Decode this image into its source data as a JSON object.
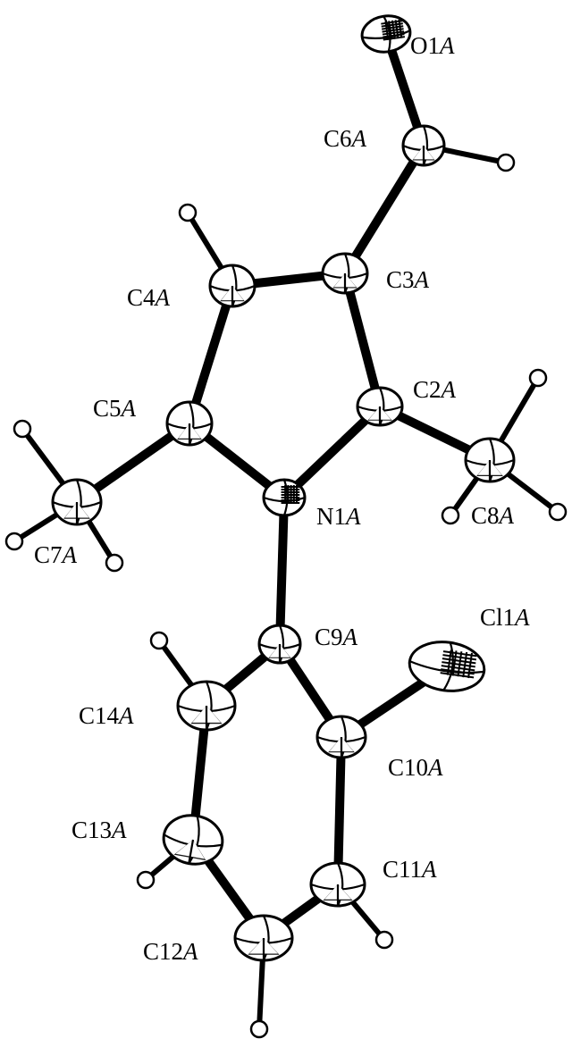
{
  "atoms": [
    {
      "id": "O1A",
      "label": "O1",
      "suffix": "A"
    },
    {
      "id": "C6A",
      "label": "C6",
      "suffix": "A"
    },
    {
      "id": "C3A",
      "label": "C3",
      "suffix": "A"
    },
    {
      "id": "C4A",
      "label": "C4",
      "suffix": "A"
    },
    {
      "id": "C2A",
      "label": "C2",
      "suffix": "A"
    },
    {
      "id": "C5A",
      "label": "C5",
      "suffix": "A"
    },
    {
      "id": "N1A",
      "label": "N1",
      "suffix": "A"
    },
    {
      "id": "C8A",
      "label": "C8",
      "suffix": "A"
    },
    {
      "id": "C7A",
      "label": "C7",
      "suffix": "A"
    },
    {
      "id": "C9A",
      "label": "C9",
      "suffix": "A"
    },
    {
      "id": "Cl1A",
      "label": "Cl1",
      "suffix": "A"
    },
    {
      "id": "C14A",
      "label": "C14",
      "suffix": "A"
    },
    {
      "id": "C10A",
      "label": "C10",
      "suffix": "A"
    },
    {
      "id": "C13A",
      "label": "C13",
      "suffix": "A"
    },
    {
      "id": "C11A",
      "label": "C11",
      "suffix": "A"
    },
    {
      "id": "C12A",
      "label": "C12",
      "suffix": "A"
    }
  ],
  "bonds": [
    [
      "O1A",
      "C6A"
    ],
    [
      "C6A",
      "C3A"
    ],
    [
      "C3A",
      "C4A"
    ],
    [
      "C3A",
      "C2A"
    ],
    [
      "C4A",
      "C5A"
    ],
    [
      "C5A",
      "N1A"
    ],
    [
      "C2A",
      "N1A"
    ],
    [
      "C2A",
      "C8A"
    ],
    [
      "C5A",
      "C7A"
    ],
    [
      "N1A",
      "C9A"
    ],
    [
      "C9A",
      "C14A"
    ],
    [
      "C9A",
      "C10A"
    ],
    [
      "C10A",
      "Cl1A"
    ],
    [
      "C10A",
      "C11A"
    ],
    [
      "C14A",
      "C13A"
    ],
    [
      "C13A",
      "C12A"
    ],
    [
      "C12A",
      "C11A"
    ]
  ]
}
